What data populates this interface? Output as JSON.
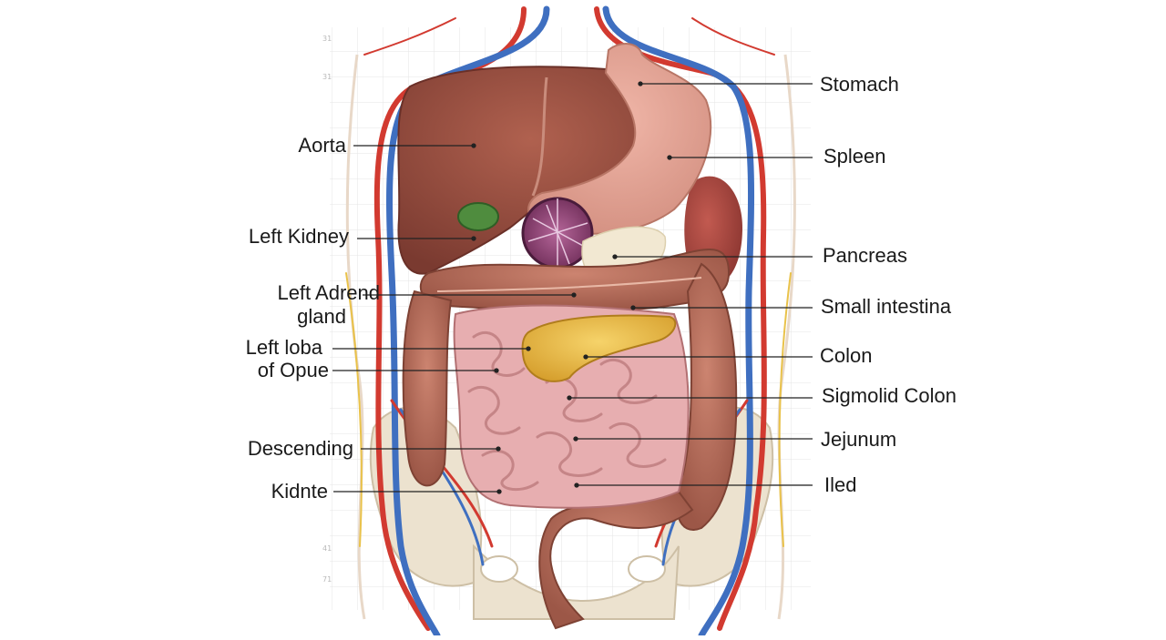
{
  "diagram": {
    "left_labels": [
      {
        "id": "aorta",
        "text": "Aorta"
      },
      {
        "id": "left-kidney",
        "text": "Left Kidney"
      },
      {
        "id": "left-adrend-1",
        "text": "Left Adrend"
      },
      {
        "id": "left-adrend-2",
        "text": "gland"
      },
      {
        "id": "left-loba-1",
        "text": "Left loba"
      },
      {
        "id": "left-loba-2",
        "text": "of Opue"
      },
      {
        "id": "descending",
        "text": "Descending"
      },
      {
        "id": "kidnte",
        "text": "Kidnte"
      }
    ],
    "right_labels": [
      {
        "id": "stomach",
        "text": "Stomach"
      },
      {
        "id": "spleen",
        "text": "Spleen"
      },
      {
        "id": "pancreas",
        "text": "Pancreas"
      },
      {
        "id": "small-intestina",
        "text": "Small intestina"
      },
      {
        "id": "colon",
        "text": "Colon"
      },
      {
        "id": "sigmolid-colon",
        "text": "Sigmolid Colon"
      },
      {
        "id": "jejunum",
        "text": "Jejunum"
      },
      {
        "id": "iled",
        "text": "Iled"
      }
    ],
    "grid_numbers": [
      "31",
      "31",
      "41",
      "71"
    ],
    "colors": {
      "liver": "#8e4a3e",
      "stomach": "#e3a193",
      "spleen": "#a8473f",
      "colon": "#b56a58",
      "small_intestine": "#e7aeb0",
      "pancreas": "#e9bd45",
      "gallbladder": "#4f8c3e",
      "artery": "#d23a30",
      "vein": "#3f6fc0",
      "bone": "#ece2cf",
      "fat": "#f2e8d2",
      "grid": "#e2e2e2"
    }
  }
}
